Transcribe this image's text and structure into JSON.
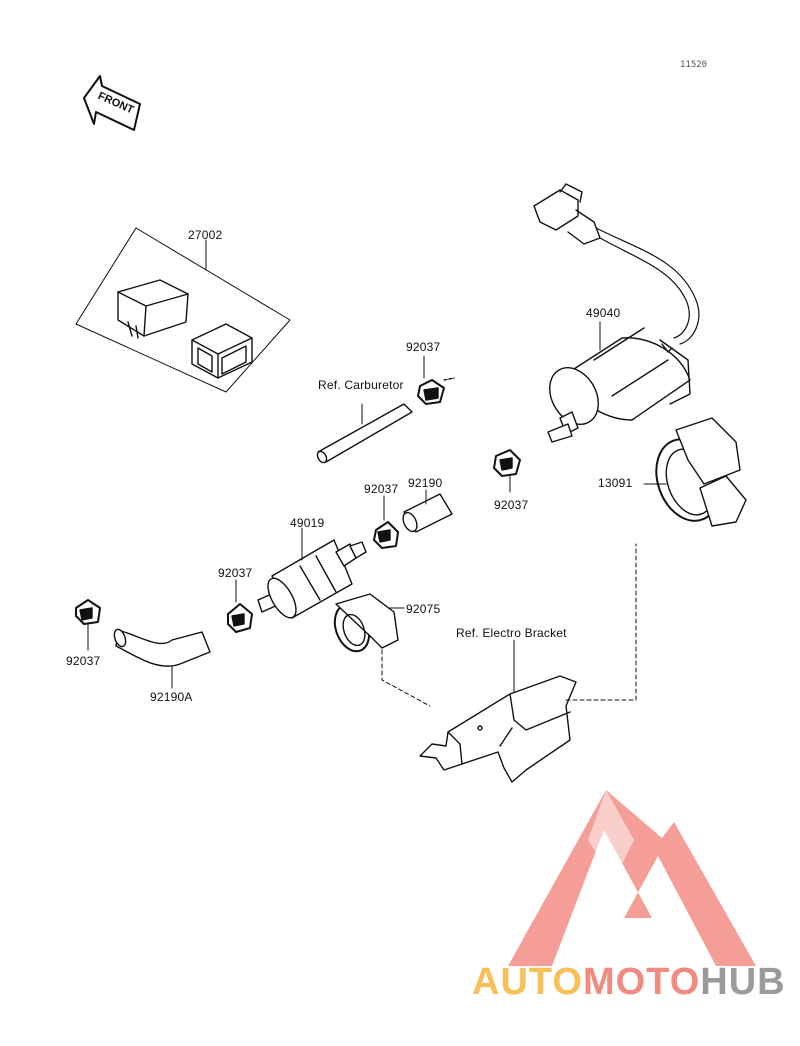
{
  "diagram": {
    "code": "11520",
    "front_label": "FRONT",
    "parts": {
      "p27002": "27002",
      "p49040": "49040",
      "p92037_a": "92037",
      "ref_carburetor": "Ref. Carburetor",
      "p92037_b": "92037",
      "p92190": "92190",
      "p92037_c": "92037",
      "p13091": "13091",
      "p49019": "49019",
      "p92037_d": "92037",
      "p92075": "92075",
      "ref_electro_bracket": "Ref. Electro Bracket",
      "p92037_e": "92037",
      "p92190a": "92190A"
    }
  },
  "watermark": {
    "brand_part1": "AUTO",
    "brand_part2": "MOTO",
    "brand_part3": "HUB",
    "colors": {
      "auto": "#f8c058",
      "moto": "#f28a80",
      "hub": "#9a9a9a",
      "logo": "#f4948c"
    }
  }
}
